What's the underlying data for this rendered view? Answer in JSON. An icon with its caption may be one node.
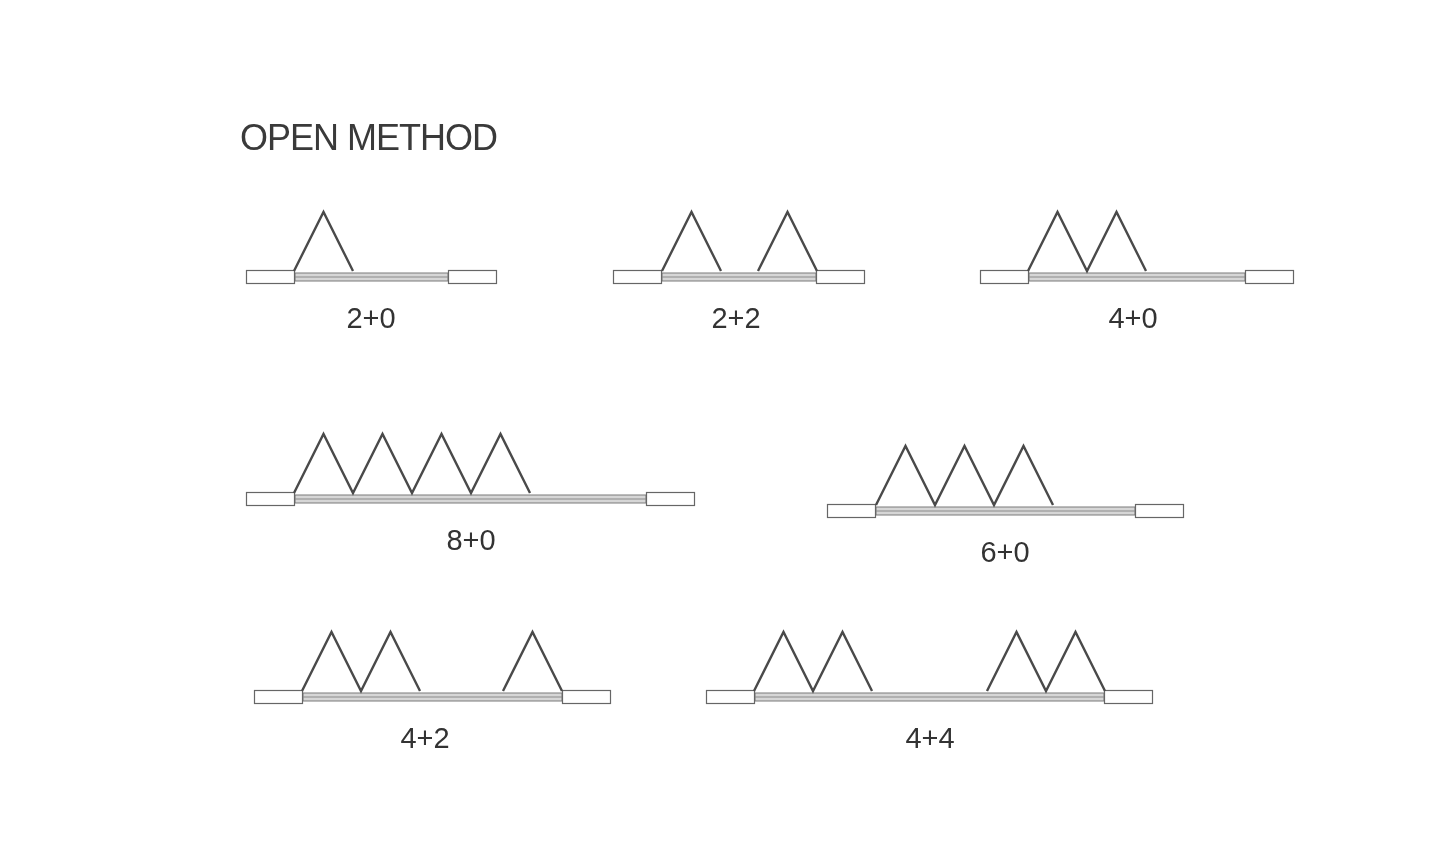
{
  "diagram": {
    "title": "OPEN METHOD",
    "labels": [
      "2+0",
      "2+2",
      "4+0",
      "8+0",
      "6+0",
      "4+2",
      "4+4"
    ]
  }
}
